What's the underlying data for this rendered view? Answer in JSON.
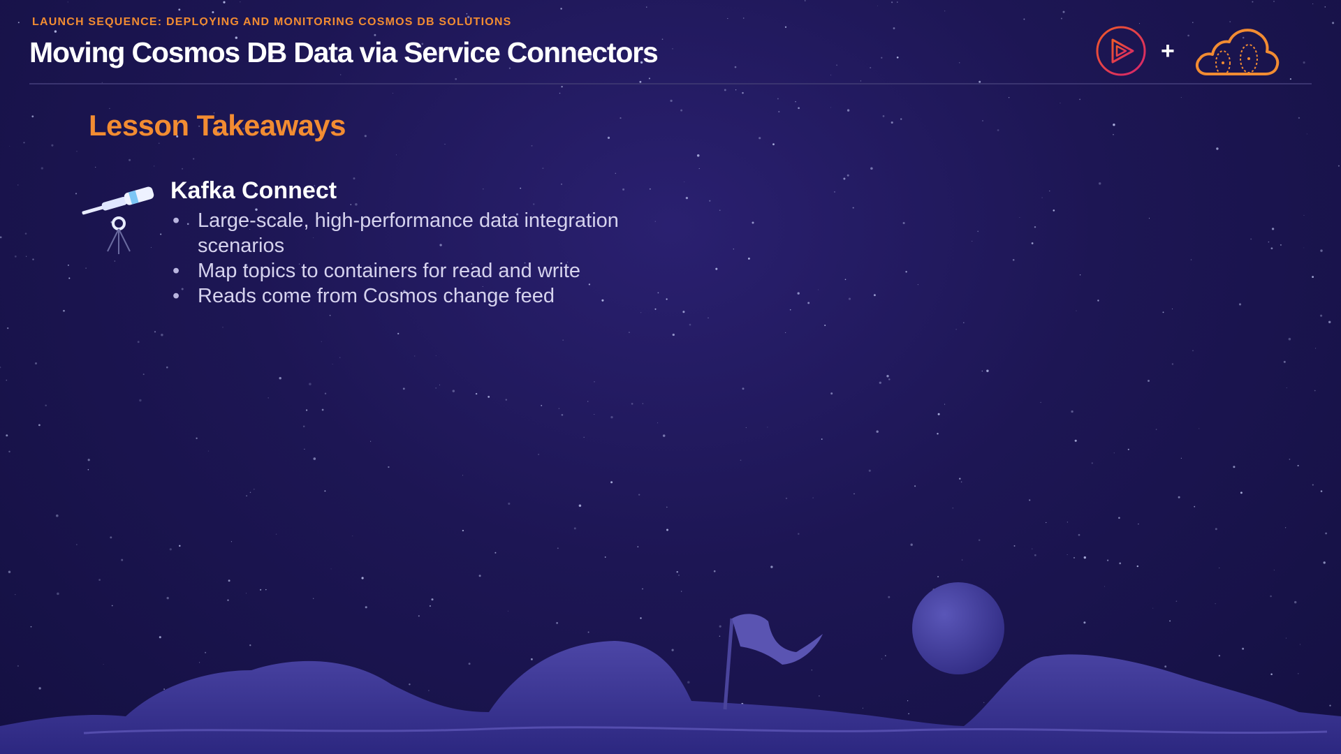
{
  "header": {
    "eyebrow": "LAUNCH SEQUENCE: DEPLOYING AND MONITORING COSMOS DB SOLUTIONS",
    "title": "Moving Cosmos DB Data via Service Connectors",
    "plus_sign": "+",
    "logos": [
      "play-logo-icon",
      "cloud-logo-icon"
    ]
  },
  "section": {
    "heading": "Lesson Takeaways"
  },
  "takeaway": {
    "icon": "telescope-icon",
    "title": "Kafka Connect",
    "bullet_marker": "•",
    "bullets": [
      "Large-scale, high-performance data integration scenarios",
      "Map topics to containers for read and write",
      "Reads come from Cosmos change feed"
    ]
  },
  "colors": {
    "accent_orange": "#f28c32",
    "background": "#1d1654",
    "logo_pink": "#e0245e",
    "text_light": "#d6d3ee"
  }
}
